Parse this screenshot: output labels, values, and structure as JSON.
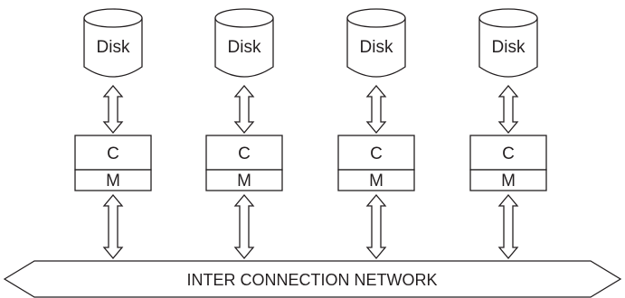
{
  "nodes": [
    {
      "disk_label": "Disk",
      "c_label": "C",
      "m_label": "M"
    },
    {
      "disk_label": "Disk",
      "c_label": "C",
      "m_label": "M"
    },
    {
      "disk_label": "Disk",
      "c_label": "C",
      "m_label": "M"
    },
    {
      "disk_label": "Disk",
      "c_label": "C",
      "m_label": "M"
    }
  ],
  "network": {
    "label": "INTER CONNECTION NETWORK"
  },
  "colors": {
    "stroke": "#231f20",
    "fill": "#ffffff"
  }
}
